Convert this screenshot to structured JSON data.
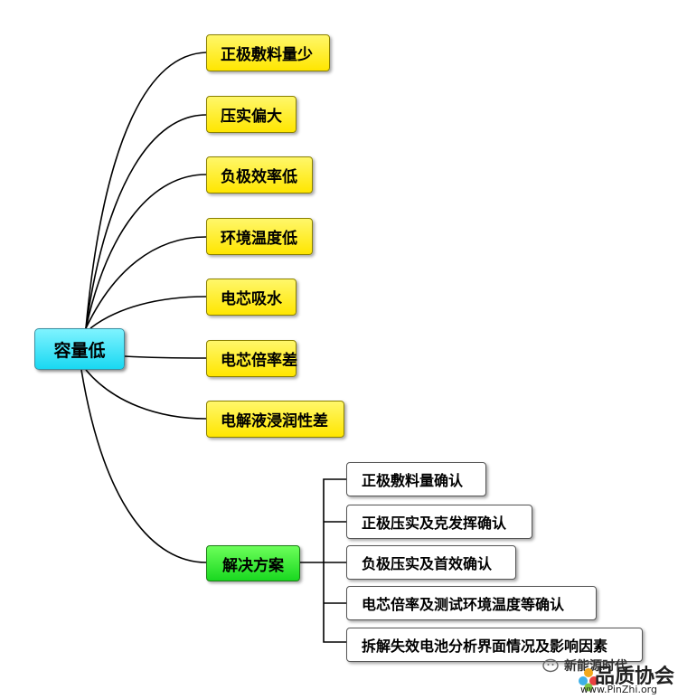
{
  "root": {
    "label": "容量低"
  },
  "causes": [
    {
      "label": "正极敷料量少"
    },
    {
      "label": "压实偏大"
    },
    {
      "label": "负极效率低"
    },
    {
      "label": "环境温度低"
    },
    {
      "label": "电芯吸水"
    },
    {
      "label": "电芯倍率差"
    },
    {
      "label": "电解液浸润性差"
    }
  ],
  "solution": {
    "label": "解决方案",
    "items": [
      {
        "label": "正极敷料量确认"
      },
      {
        "label": "正极压实及克发挥确认"
      },
      {
        "label": "负极压实及首效确认"
      },
      {
        "label": "电芯倍率及测试环境温度等确认"
      },
      {
        "label": "拆解失效电池分析界面情况及影响因素"
      }
    ]
  },
  "watermark": {
    "top_text": "新能源时代",
    "main_text": "品质协会",
    "url": "www.PinZhi.org"
  },
  "colors": {
    "root_fill": "#19d8f2",
    "cause_fill": "#ffe600",
    "solution_fill": "#19d820",
    "sub_fill": "#ffffff",
    "line": "#000000"
  }
}
